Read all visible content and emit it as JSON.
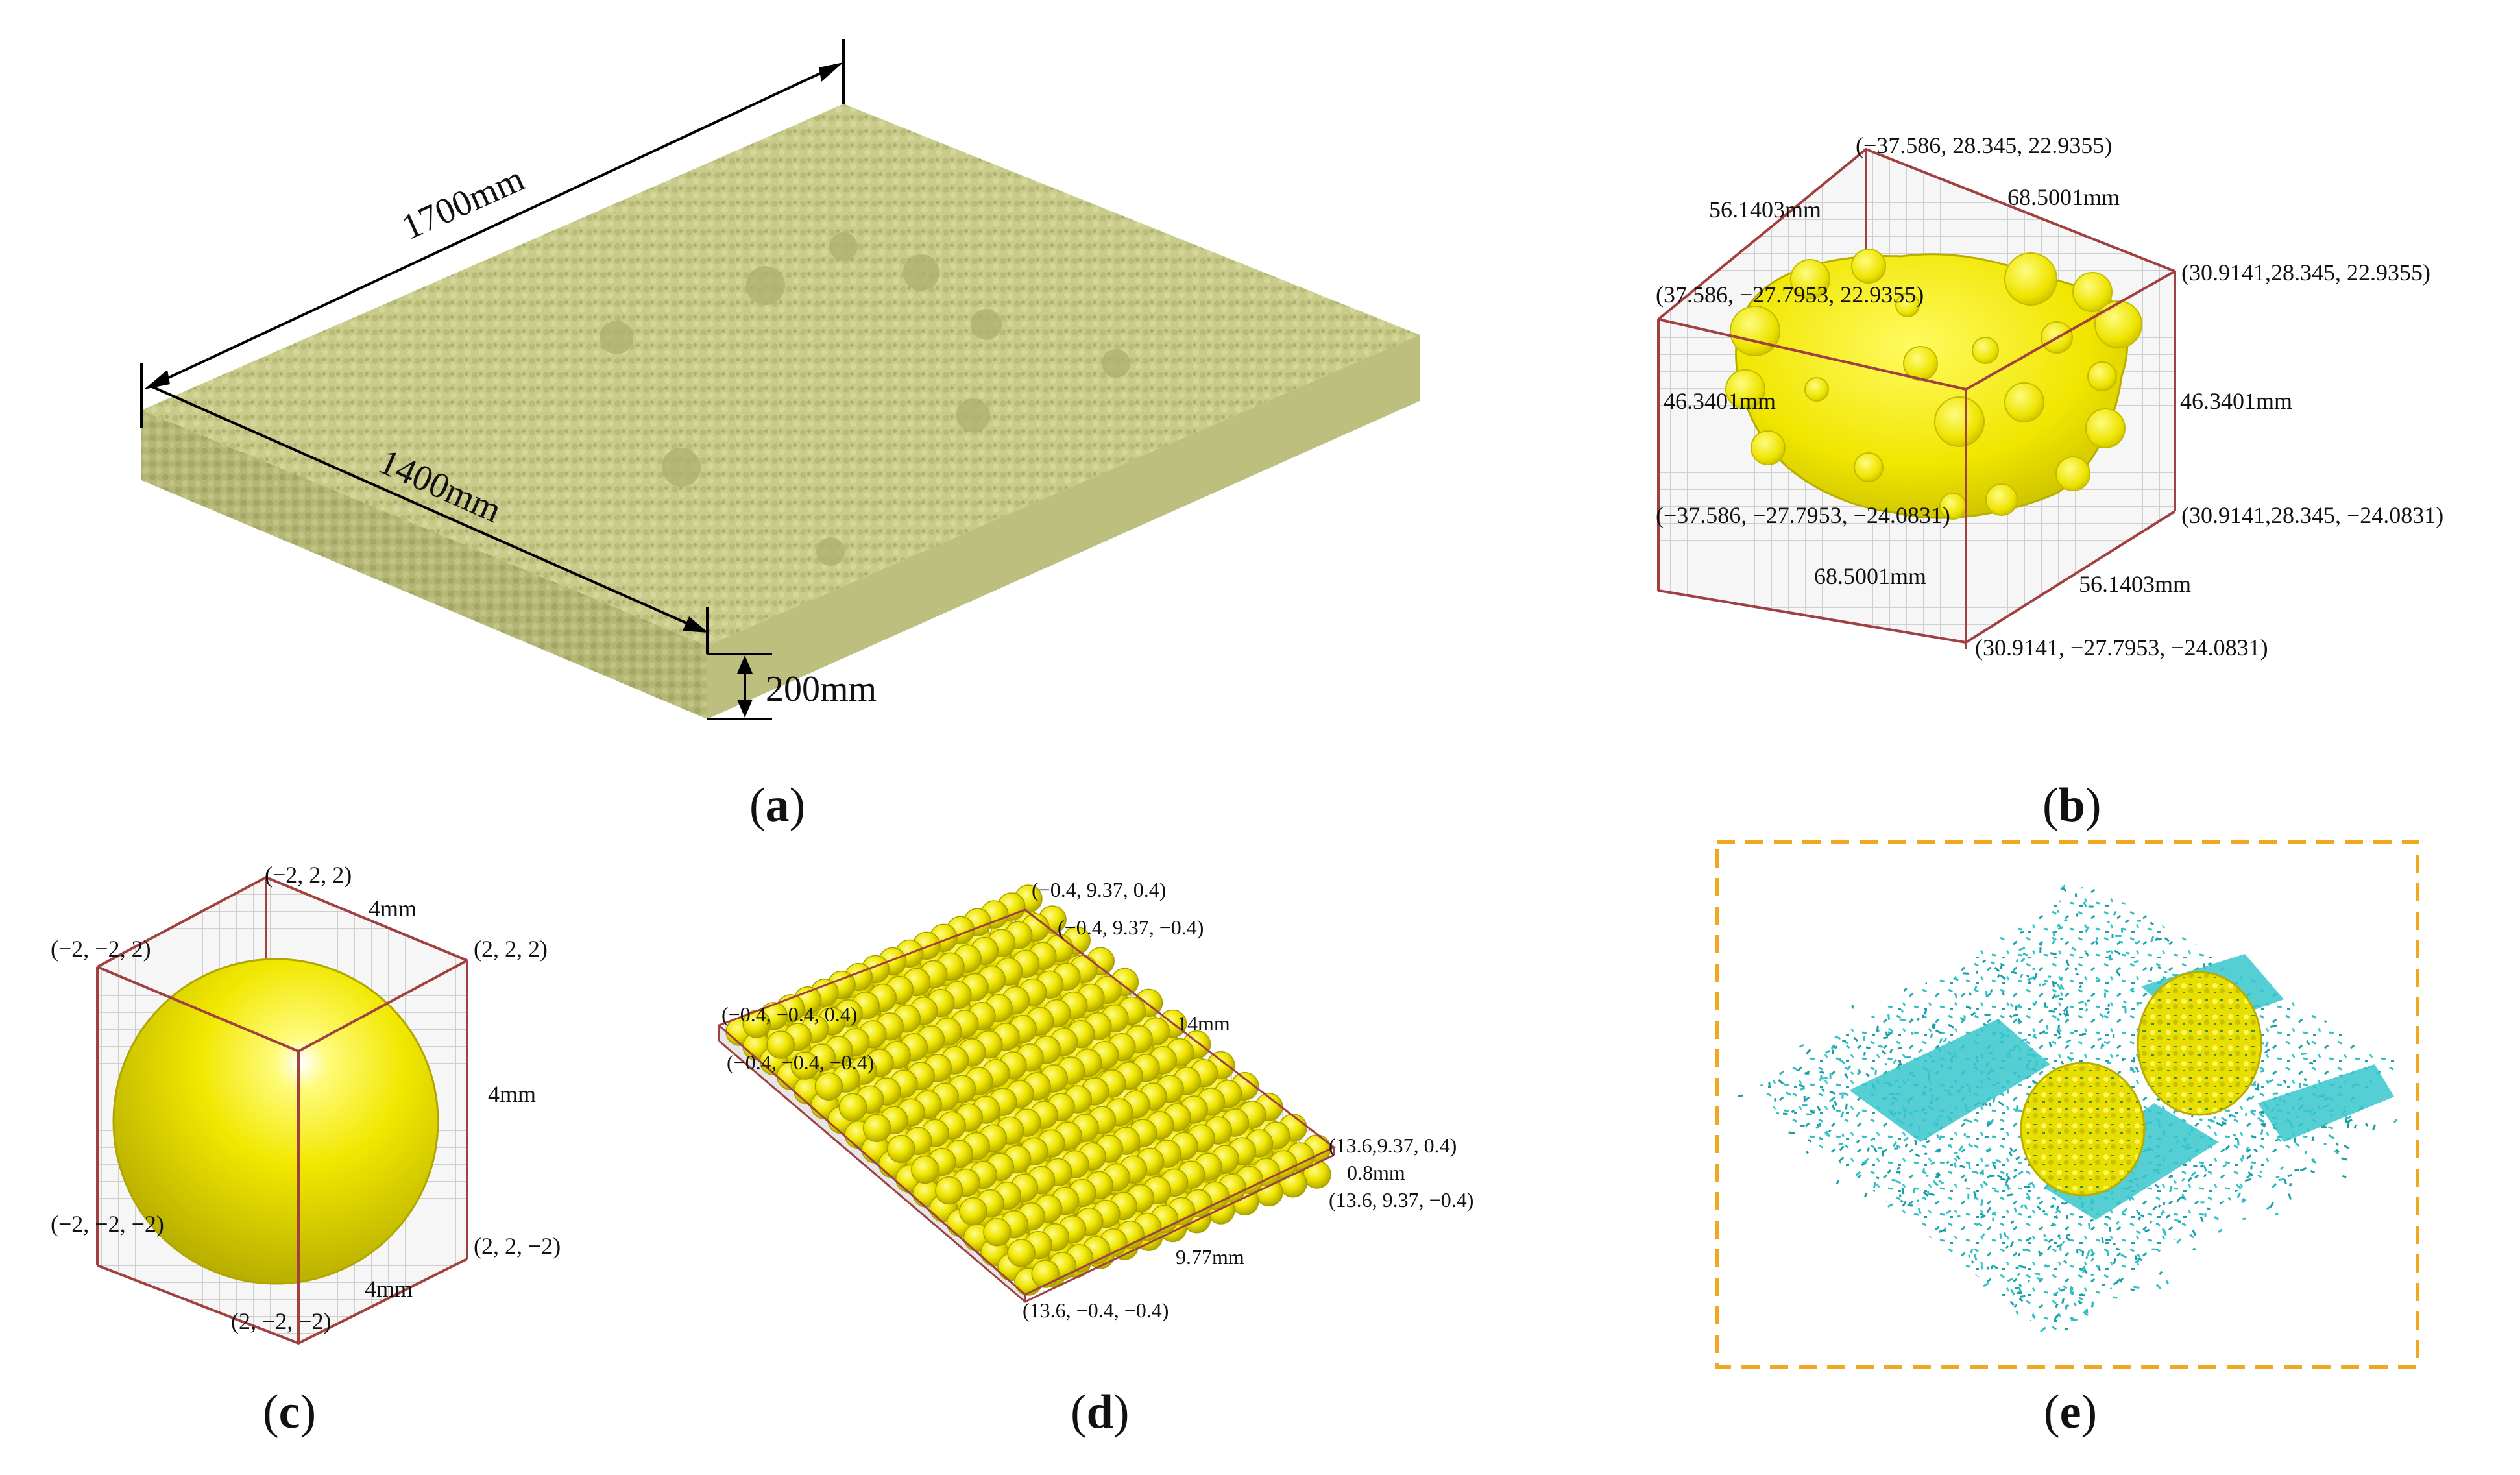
{
  "panels": {
    "a": {
      "caption_open": "(",
      "caption_letter": "a",
      "caption_close": ")",
      "length_label": "1700mm",
      "width_label": "1400mm",
      "depth_label": "200mm"
    },
    "b": {
      "caption_open": "(",
      "caption_letter": "b",
      "caption_close": ")",
      "corner_top_back": "(−37.586, 28.345, 22.9355)",
      "corner_top_left": "(37.586, −27.7953, 22.9355)",
      "corner_top_right": "(30.9141,28.345, 22.9355)",
      "corner_bottom_left": "(−37.586, −27.7953, −24.0831)",
      "corner_bottom_right": "(30.9141,28.345, −24.0831)",
      "corner_bottom_front": "(30.9141, −27.7953, −24.0831)",
      "dim_top_left": "56.1403mm",
      "dim_top_right": "68.5001mm",
      "dim_left": "46.3401mm",
      "dim_right": "46.3401mm",
      "dim_bottom_left": "68.5001mm",
      "dim_bottom_right": "56.1403mm"
    },
    "c": {
      "caption_open": "(",
      "caption_letter": "c",
      "caption_close": ")",
      "corner_top_back": "(−2, 2, 2)",
      "corner_top_left": "(−2, −2, 2)",
      "corner_top_right": "(2, 2, 2)",
      "corner_bottom_left": "(−2, −2, −2)",
      "corner_bottom_right": "(2, 2, −2)",
      "corner_bottom_front": "(2, −2, −2)",
      "dim_top": "4mm",
      "dim_right": "4mm",
      "dim_bottom": "4mm"
    },
    "d": {
      "caption_open": "(",
      "caption_letter": "d",
      "caption_close": ")",
      "corner_back_top": "(−0.4, 9.37, 0.4)",
      "corner_back_bottom": "(−0.4, 9.37, −0.4)",
      "corner_left_top": "(−0.4, −0.4, 0.4)",
      "corner_left_bottom": "(−0.4, −0.4, −0.4)",
      "corner_right_top": "(13.6,9.37, 0.4)",
      "corner_right_bottom": "(13.6, 9.37, −0.4)",
      "corner_front": "(13.6, −0.4, −0.4)",
      "dim_length": "14mm",
      "dim_width": "9.77mm",
      "dim_thickness": "0.8mm"
    },
    "e": {
      "caption_open": "(",
      "caption_letter": "e",
      "caption_close": ")"
    }
  },
  "colors": {
    "bed": "#c8cb8a",
    "bed_dark": "#a9ac6c",
    "particle_yellow": "#f2ea00",
    "box_edge": "#a04040",
    "grid": "#d8d8d8",
    "cyan": "#2fbfc4",
    "dashed_frame": "#f0a820"
  }
}
